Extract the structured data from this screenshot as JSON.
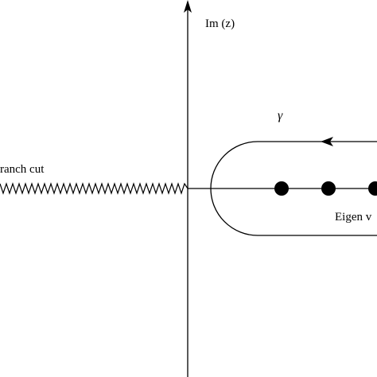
{
  "labels": {
    "imaginary_axis": "Im (z)",
    "contour": "γ",
    "branch_cut": "ranch cut",
    "eigenvalues": "Eigen v"
  },
  "points": {
    "count": 3
  },
  "colors": {
    "ink": "#000000",
    "background": "#ffffff"
  }
}
